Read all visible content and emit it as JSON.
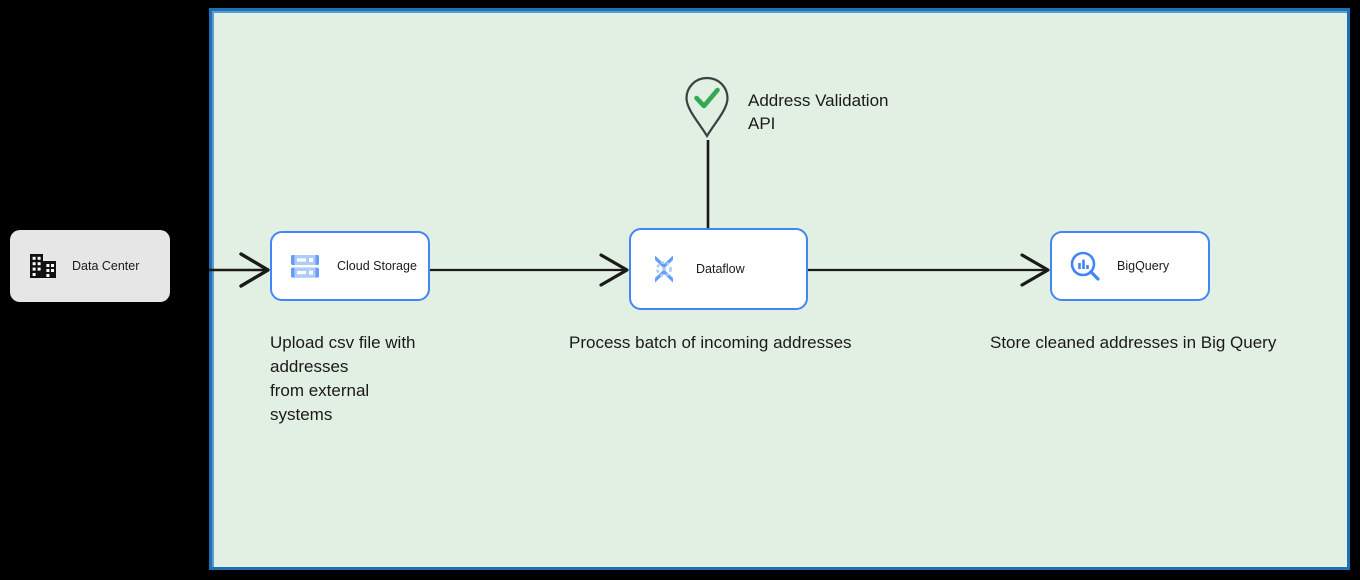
{
  "diagram": {
    "background_color": "#000000",
    "panel": {
      "name": "cloud-boundary-panel",
      "fill_color": "#e2efe3",
      "border_color": "#1f6fb5",
      "inner_border_color": "#5b9bd5"
    },
    "external": {
      "datacenter": {
        "label": "Data Center",
        "icon": "building-icon",
        "fill_color": "#e6e6e6"
      }
    },
    "nodes": [
      {
        "id": "cloud-storage",
        "label": "Cloud Storage",
        "icon": "cloud-storage-icon",
        "border_color": "#4285f4",
        "fill_color": "#ffffff"
      },
      {
        "id": "dataflow",
        "label": "Dataflow",
        "icon": "dataflow-icon",
        "border_color": "#4285f4",
        "fill_color": "#ffffff"
      },
      {
        "id": "bigquery",
        "label": "BigQuery",
        "icon": "bigquery-icon",
        "border_color": "#4285f4",
        "fill_color": "#ffffff"
      }
    ],
    "service": {
      "id": "address-validation-api",
      "label": "Address Validation\nAPI",
      "icon": "map-pin-check-icon",
      "pin_stroke_color": "#3c4043",
      "check_color": "#34a853"
    },
    "captions": [
      {
        "id": "caption-storage",
        "text": "Upload csv file with\naddresses\nfrom external\nsystems"
      },
      {
        "id": "caption-dataflow",
        "text": "Process batch of incoming addresses"
      },
      {
        "id": "caption-bigquery",
        "text": "Store cleaned addresses in Big Query"
      }
    ],
    "connectors": [
      {
        "id": "edge-datacenter-to-storage",
        "from": "data-center",
        "to": "cloud-storage",
        "arrow": true
      },
      {
        "id": "edge-storage-to-dataflow",
        "from": "cloud-storage",
        "to": "dataflow",
        "arrow": true
      },
      {
        "id": "edge-dataflow-to-bigquery",
        "from": "dataflow",
        "to": "bigquery",
        "arrow": true
      },
      {
        "id": "edge-api-to-dataflow",
        "from": "address-validation-api",
        "to": "dataflow",
        "arrow": false
      }
    ]
  }
}
